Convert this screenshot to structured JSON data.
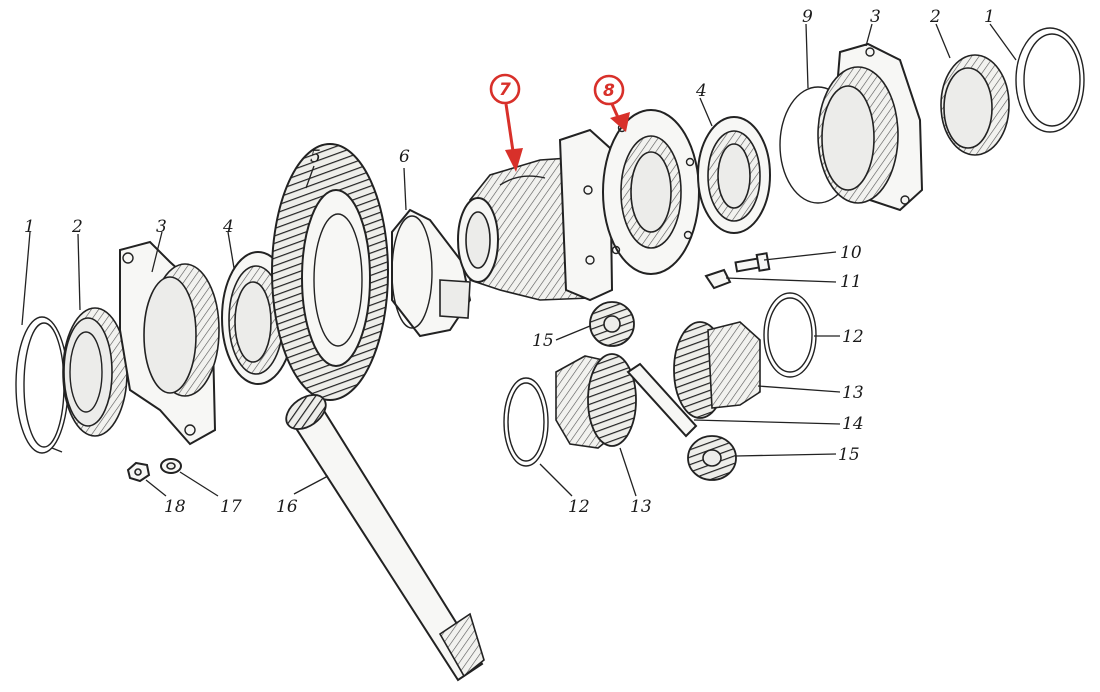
{
  "colors": {
    "callout": "#d8302a",
    "line": "#222222"
  },
  "labels": {
    "l1_left": "1",
    "l2_left": "2",
    "l3_left": "3",
    "l4_left": "4",
    "l5": "5",
    "l6": "6",
    "l7": "7",
    "l8": "8",
    "l4_right": "4",
    "l9": "9",
    "l3_right": "3",
    "l2_right": "2",
    "l1_right": "1",
    "l10": "10",
    "l11": "11",
    "l12_right": "12",
    "l13_right": "13",
    "l14": "14",
    "l15_top": "15",
    "l15_bottom": "15",
    "l12_bottom": "12",
    "l13_bottom": "13",
    "l16": "16",
    "l17": "17",
    "l18": "18"
  }
}
